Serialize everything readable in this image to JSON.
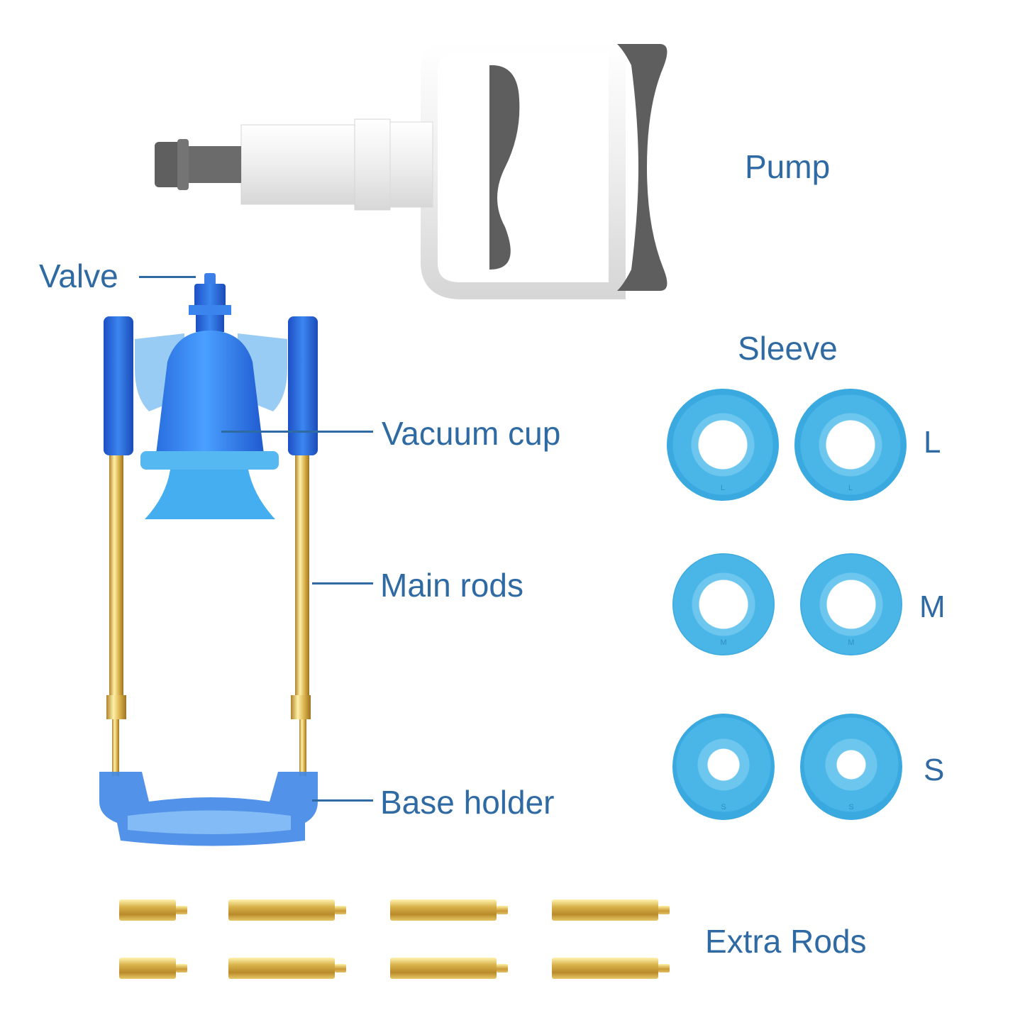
{
  "labels": {
    "pump": "Pump",
    "valve": "Valve",
    "sleeve": "Sleeve",
    "vacuum_cup": "Vacuum cup",
    "main_rods": "Main rods",
    "base_holder": "Base holder",
    "extra_rods": "Extra Rods"
  },
  "sleeve_sizes": [
    {
      "size": "L",
      "mark": "L"
    },
    {
      "size": "M",
      "mark": "M"
    },
    {
      "size": "S",
      "mark": "S"
    }
  ],
  "colors": {
    "label_text": "#2f6aa3",
    "sleeve_blue": "#4ab6e8",
    "frame_blue": "#2f7fd8",
    "brass": "#c99a35",
    "pump_gray": "#5e5e5e",
    "pump_white": "#f2f2f2"
  }
}
